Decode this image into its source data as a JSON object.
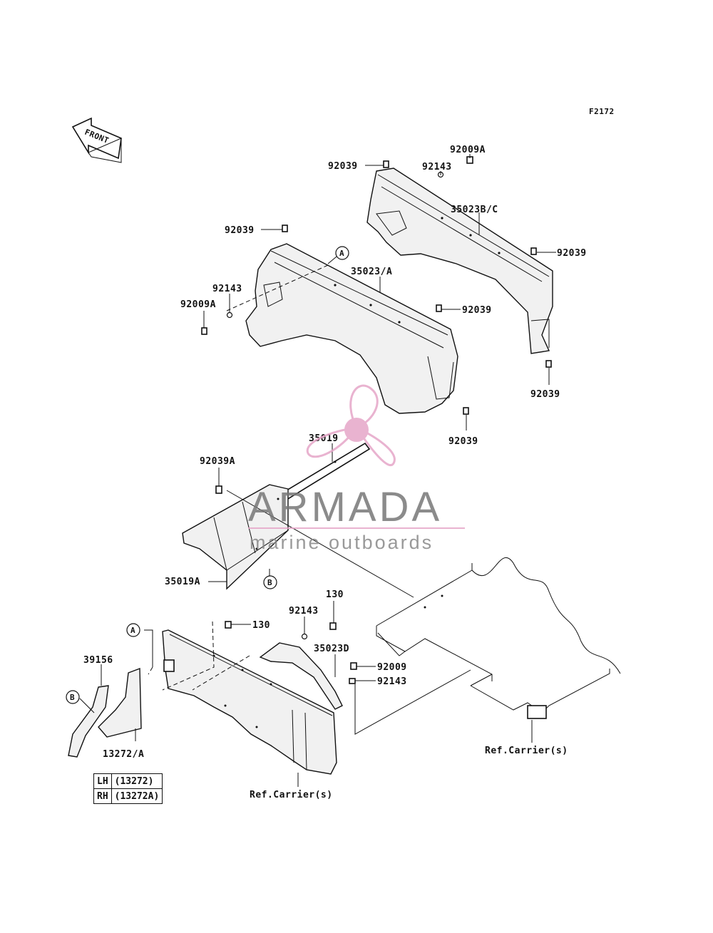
{
  "diagram_code": "F2172",
  "front_label": "FRONT",
  "callouts": {
    "c_92039_top": "92039",
    "c_92009A_top": "92009A",
    "c_92143_top": "92143",
    "c_35023BC": "35023B/C",
    "c_92039_r1": "92039",
    "c_92039_r2": "92039",
    "c_92039_left": "92039",
    "c_35023A": "35023/A",
    "c_92143_left": "92143",
    "c_92009A_left": "92009A",
    "c_92039_mid": "92039",
    "c_92039_low": "92039",
    "c_35019": "35019",
    "c_92039A": "92039A",
    "c_35019A": "35019A",
    "c_130_a": "130",
    "c_130_b": "130",
    "c_92143_low": "92143",
    "c_35023D": "35023D",
    "c_92009": "92009",
    "c_92143_low2": "92143",
    "c_39156": "39156",
    "c_13272A": "13272/A",
    "ref_carrier_right": "Ref.Carrier(s)",
    "ref_carrier_center": "Ref.Carrier(s)"
  },
  "markers": {
    "marker_a_top": "A",
    "marker_b_mid": "B",
    "marker_a_low": "A",
    "marker_b_low": "B"
  },
  "legend": [
    {
      "side": "LH",
      "part": "(13272)"
    },
    {
      "side": "RH",
      "part": "(13272A)"
    }
  ],
  "watermark": {
    "brand": "ARMADA",
    "tagline": "marine outboards",
    "brand_color": "#777777",
    "accent_color": "#e6a6c8"
  }
}
